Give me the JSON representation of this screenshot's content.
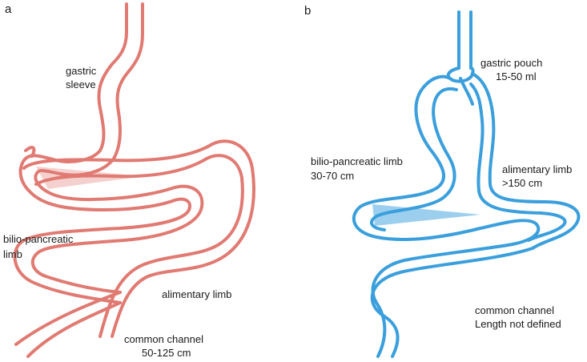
{
  "panel_a": {
    "letter": "a",
    "color": "#e07a72",
    "labels": {
      "sleeve_1": "gastric",
      "sleeve_2": "sleeve",
      "bilio_1": "bilio-pancreatic",
      "bilio_2": "limb",
      "alimentary": "alimentary limb",
      "common_1": "common channel",
      "common_2": "50-125 cm"
    }
  },
  "panel_b": {
    "letter": "b",
    "color": "#3a9fdc",
    "labels": {
      "pouch_1": "gastric pouch",
      "pouch_2": "15-50 ml",
      "bilio_1": "bilio-pancreatic limb",
      "bilio_2": "30-70 cm",
      "alimentary_1": "alimentary limb",
      "alimentary_2": ">150 cm",
      "common_1": "common channel",
      "common_2": "Length not defined"
    }
  }
}
